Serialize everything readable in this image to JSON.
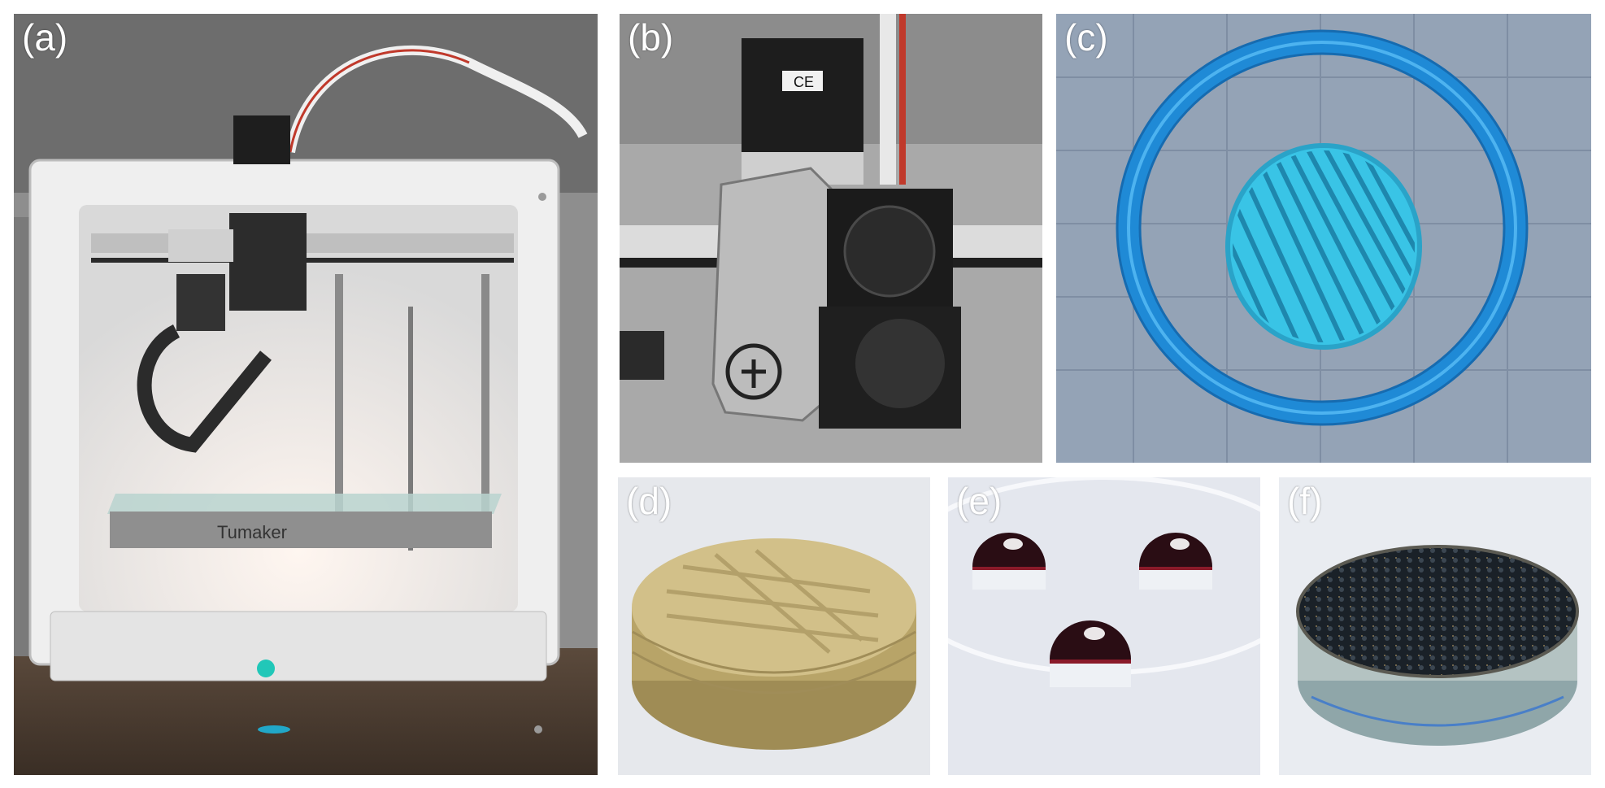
{
  "figure": {
    "panels": [
      {
        "label": "(a)",
        "brand": "Tumaker"
      },
      {
        "label": "(b)",
        "ce_mark": "CE"
      },
      {
        "label": "(c)"
      },
      {
        "label": "(d)"
      },
      {
        "label": "(e)"
      },
      {
        "label": "(f)"
      }
    ]
  },
  "colors": {
    "ring_blue": "#1f8ad6",
    "disc_cyan": "#39c4e6",
    "grid_bg": "#94a3b6",
    "printer_white": "#f2f2f2"
  }
}
